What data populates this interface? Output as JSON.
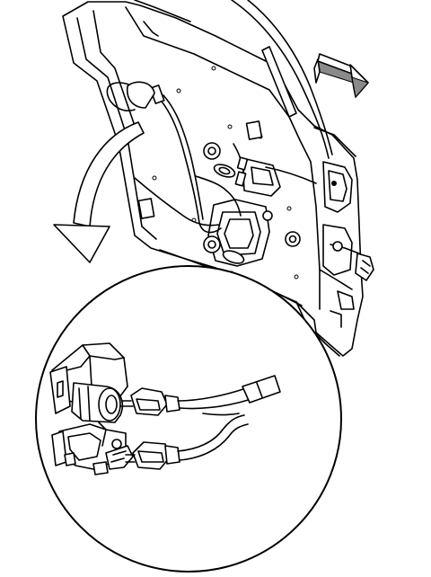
{
  "diagram": {
    "background_color": "#ffffff",
    "line_color": "#000000",
    "shade_color": "#8a8a8a",
    "components": [
      "door-inner-panel",
      "door-window-frame",
      "wiring-harness",
      "door-latch-assembly",
      "direction-arrow",
      "front-arrow",
      "detail-view-circle",
      "door-lock-actuator",
      "electrical-connector"
    ]
  }
}
